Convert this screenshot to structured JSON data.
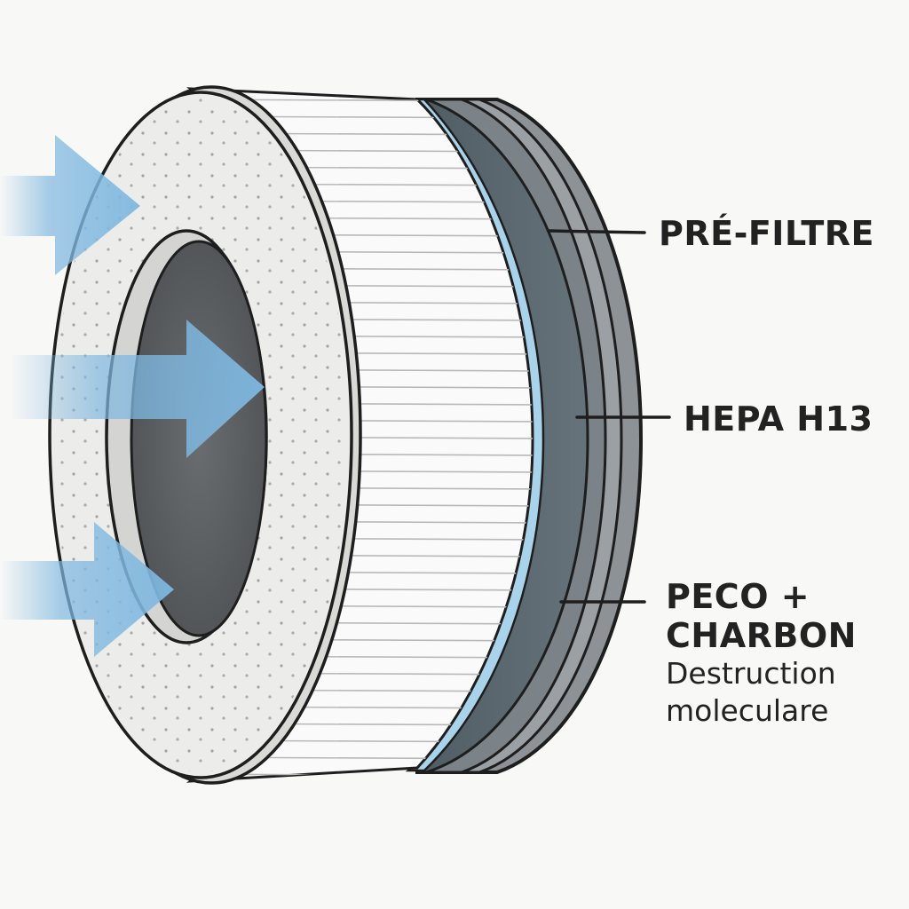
{
  "layers": {
    "prefilter": {
      "label": "PRÉ-FILTRE"
    },
    "hepa": {
      "label": "HEPA H13"
    },
    "peco": {
      "label_line1": "PECO +",
      "label_line2": "CHARBON",
      "description_line1": "Destruction",
      "description_line2": "moleculare"
    }
  },
  "colors": {
    "background": "#f8f8f6",
    "outline": "#1e1e1e",
    "prefilter_face": "#ececea",
    "pleat_band": "#fafafa",
    "blue_ring": "#a9d3ea",
    "dark_layer": "#5c6a72",
    "grey_layer": "#8c9296",
    "core": "#5e6164",
    "airflow_arrow": "#7fb8e0"
  },
  "icons": {
    "airflow": "arrow-right-icon"
  }
}
